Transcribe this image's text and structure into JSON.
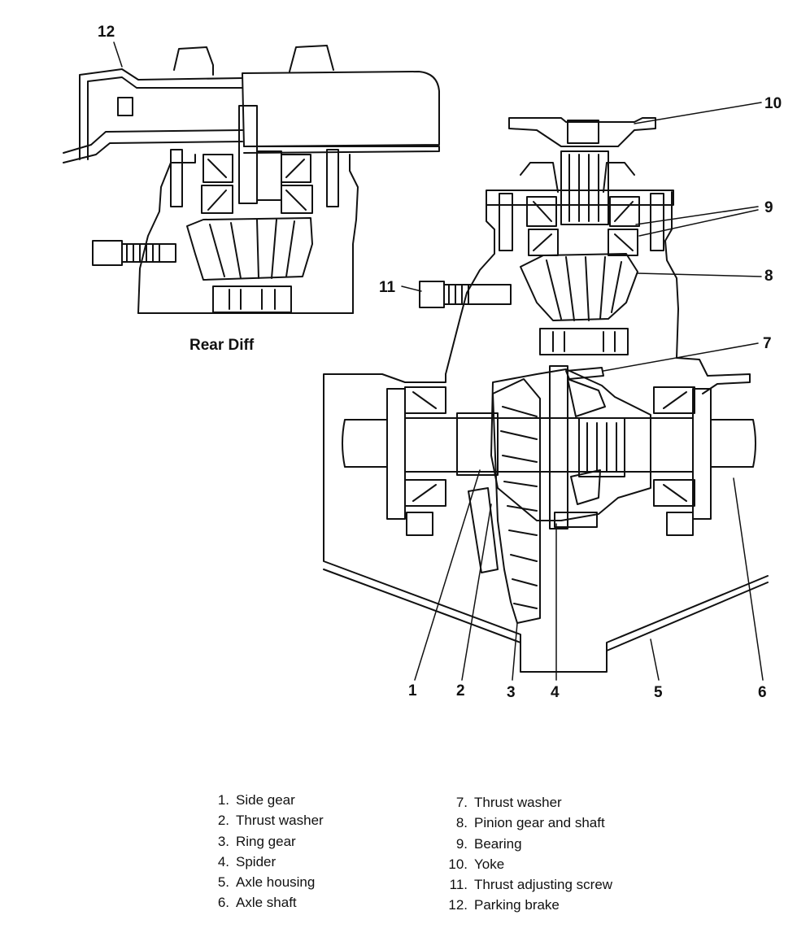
{
  "figure": {
    "inset_caption": "Rear Diff",
    "callouts": {
      "c1": "1",
      "c2": "2",
      "c3": "3",
      "c4": "4",
      "c5": "5",
      "c6": "6",
      "c7": "7",
      "c8": "8",
      "c9": "9",
      "c10": "10",
      "c11": "11",
      "c12": "12"
    }
  },
  "legend": {
    "left": [
      {
        "num": "1.",
        "label": "Side gear"
      },
      {
        "num": "2.",
        "label": "Thrust washer"
      },
      {
        "num": "3.",
        "label": "Ring gear"
      },
      {
        "num": "4.",
        "label": "Spider"
      },
      {
        "num": "5.",
        "label": "Axle housing"
      },
      {
        "num": "6.",
        "label": "Axle shaft"
      }
    ],
    "right": [
      {
        "num": "7.",
        "label": "Thrust washer"
      },
      {
        "num": "8.",
        "label": "Pinion gear and shaft"
      },
      {
        "num": "9.",
        "label": "Bearing"
      },
      {
        "num": "10.",
        "label": "Yoke"
      },
      {
        "num": "11.",
        "label": "Thrust adjusting screw"
      },
      {
        "num": "12.",
        "label": "Parking brake"
      }
    ]
  }
}
